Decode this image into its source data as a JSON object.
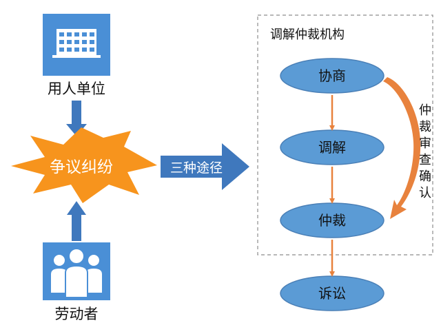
{
  "employer": {
    "label": "用人单位",
    "icon": "office-building-icon"
  },
  "worker": {
    "label": "劳动者",
    "icon": "people-group-icon"
  },
  "dispute": {
    "label": "争议纠纷"
  },
  "paths": {
    "label": "三种途径"
  },
  "institution": {
    "title": "调解仲裁机构",
    "steps": [
      "协商",
      "调解",
      "仲裁"
    ]
  },
  "litigation": {
    "label": "诉讼"
  },
  "review": {
    "label": [
      "仲",
      "裁",
      "审",
      "查",
      "确",
      "认"
    ]
  },
  "colors": {
    "icon_bg": "#4a8fd6",
    "arrow_blue": "#3f78bd",
    "starburst": "#f7941d",
    "ellipse": "#5b9bd5",
    "ellipse_border": "#4a7fb6",
    "arrow_orange": "#e8823d",
    "dashed_border": "#8c8c8c"
  }
}
